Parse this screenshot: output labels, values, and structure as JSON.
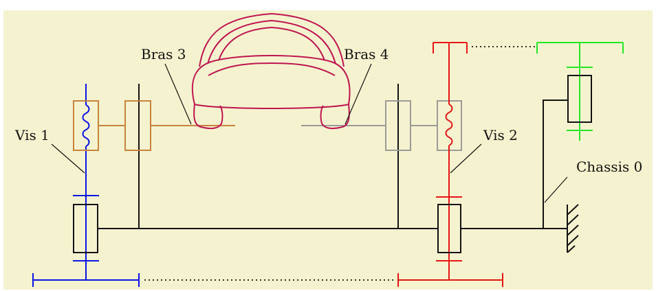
{
  "labels": {
    "vis1": "Vis 1",
    "vis2": "Vis 2",
    "bras3": "Bras 3",
    "bras4": "Bras 4",
    "chassis": "Chassis 0"
  },
  "colors": {
    "background": "#f5f3cf",
    "blue": "#0a14e6",
    "red": "#e61414",
    "green": "#22e622",
    "brown": "#c8823c",
    "gray": "#9a9a9a",
    "car": "#be1450",
    "black": "#111111"
  }
}
